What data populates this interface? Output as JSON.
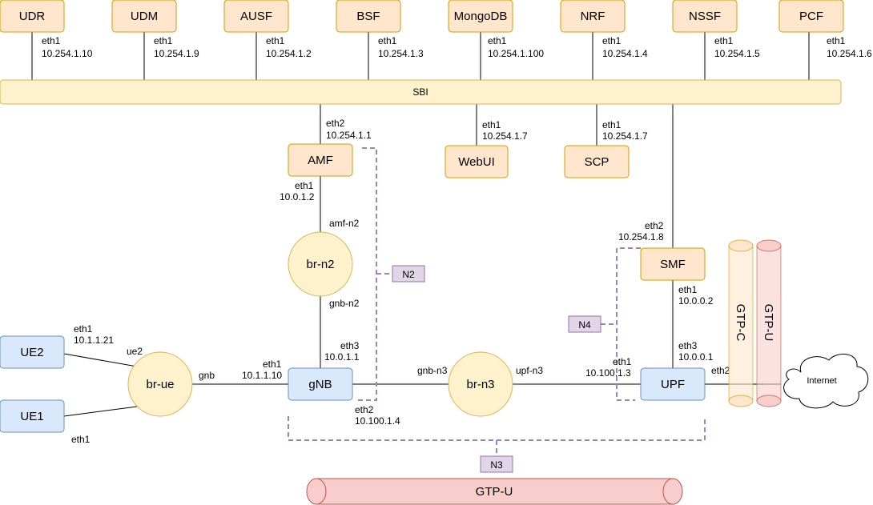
{
  "nf_top": [
    {
      "name": "UDR",
      "iface": "eth1",
      "ip": "10.254.1.10"
    },
    {
      "name": "UDM",
      "iface": "eth1",
      "ip": "10.254.1.9"
    },
    {
      "name": "AUSF",
      "iface": "eth1",
      "ip": "10.254.1.2"
    },
    {
      "name": "BSF",
      "iface": "eth1",
      "ip": "10.254.1.3"
    },
    {
      "name": "MongoDB",
      "iface": "eth1",
      "ip": "10.254.1.100"
    },
    {
      "name": "NRF",
      "iface": "eth1",
      "ip": "10.254.1.4"
    },
    {
      "name": "NSSF",
      "iface": "eth1",
      "ip": "10.254.1.5"
    },
    {
      "name": "PCF",
      "iface": "eth1",
      "ip": "10.254.1.6"
    }
  ],
  "sbi": {
    "label": "SBI"
  },
  "amf": {
    "name": "AMF",
    "sbi_iface": "eth2",
    "sbi_ip": "10.254.1.1",
    "n2_iface": "eth1",
    "n2_ip": "10.0.1.2"
  },
  "webui": {
    "name": "WebUI",
    "iface": "eth1",
    "ip": "10.254.1.7"
  },
  "scp": {
    "name": "SCP",
    "iface": "eth1",
    "ip": "10.254.1.7"
  },
  "smf": {
    "name": "SMF",
    "sbi_iface": "eth2",
    "sbi_ip": "10.254.1.8",
    "n4_iface": "eth1",
    "n4_ip": "10.0.0.2"
  },
  "br_n2": {
    "name": "br-n2",
    "top_port": "amf-n2",
    "bottom_port": "gnb-n2"
  },
  "gnb": {
    "name": "gNB",
    "n2_iface": "eth3",
    "n2_ip": "10.0.1.1",
    "ue_iface": "eth1",
    "ue_ip": "10.1.1.10",
    "n3_iface": "eth2",
    "n3_ip": "10.100.1.4"
  },
  "br_n3": {
    "name": "br-n3",
    "left_port": "gnb-n3",
    "right_port": "upf-n3"
  },
  "upf": {
    "name": "UPF",
    "n4_iface": "eth3",
    "n4_ip": "10.0.0.1",
    "n3_iface": "eth1",
    "n3_ip": "10.100.1.3",
    "dn_iface": "eth2"
  },
  "br_ue": {
    "name": "br-ue",
    "ue2_port": "ue2",
    "gnb_port": "gnb"
  },
  "ue2": {
    "name": "UE2",
    "iface": "eth1",
    "ip": "10.1.1.21"
  },
  "ue1": {
    "name": "UE1",
    "iface": "eth1"
  },
  "internet": {
    "label": "Internet"
  },
  "tunnels": {
    "gtp_c": "GTP-C",
    "gtp_u": "GTP-U",
    "gtp_u_bottom": "GTP-U"
  },
  "interfaces": {
    "n2": "N2",
    "n3": "N3",
    "n4": "N4"
  },
  "colors": {
    "nf_fill": "#ffe6cc",
    "nf_stroke": "#d79b00",
    "sbi_fill": "#fff2cc",
    "sbi_stroke": "#d6b656",
    "ran_fill": "#dae8fc",
    "ran_stroke": "#6c8ebf",
    "bridge_fill": "#fff2cc",
    "bridge_stroke": "#d6b656",
    "if_fill": "#e1d5e7",
    "if_stroke": "#9673a6",
    "tunnel_fill": "#f8cecc",
    "tunnel_stroke": "#b85450"
  }
}
